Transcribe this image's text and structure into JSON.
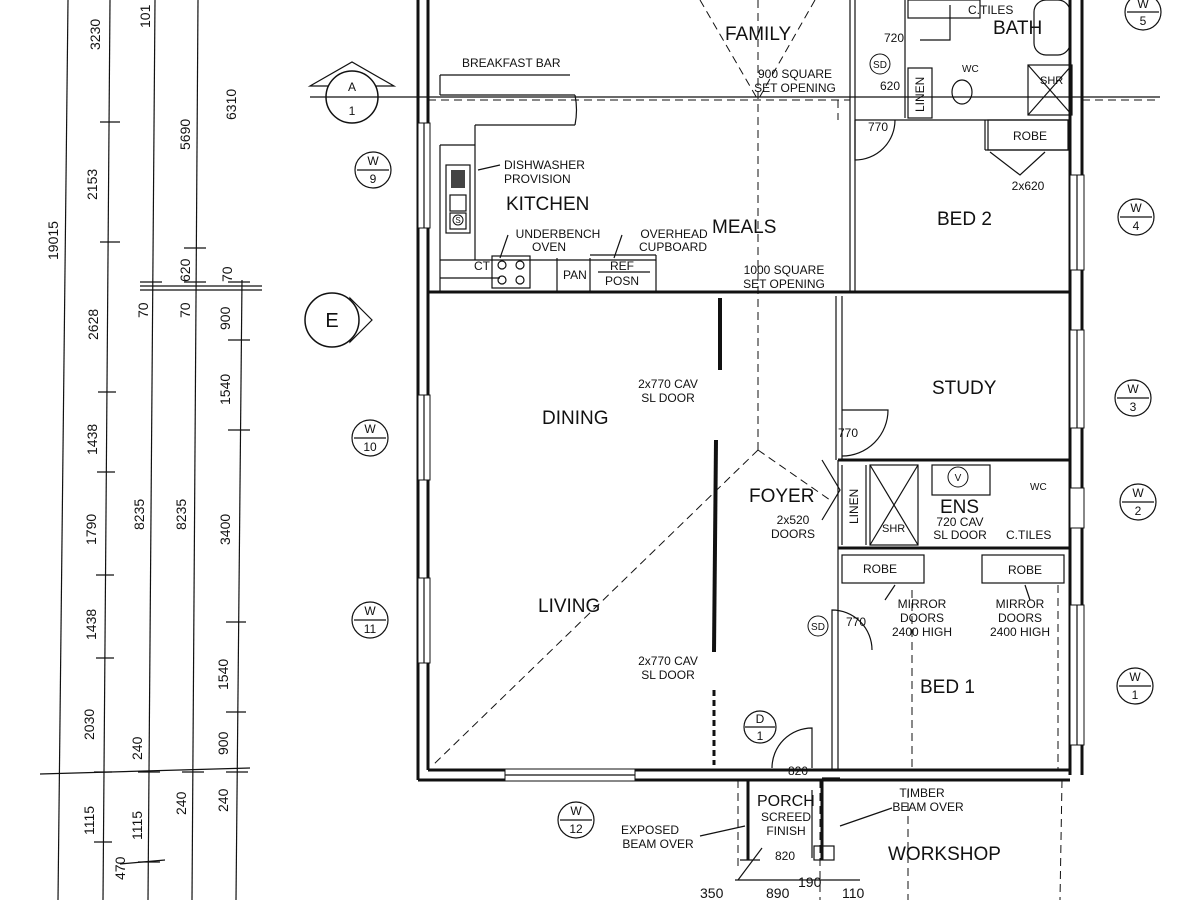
{
  "rooms": {
    "family": "FAMILY",
    "bath": "BATH",
    "kitchen": "KITCHEN",
    "meals": "MEALS",
    "bed2": "BED 2",
    "study": "STUDY",
    "dining": "DINING",
    "foyer": "FOYER",
    "ens": "ENS",
    "living": "LIVING",
    "bed1": "BED 1",
    "porch": "PORCH",
    "workshop": "WORKSHOP"
  },
  "notes": {
    "breakfast_bar": "BREAKFAST BAR",
    "set_opening_900_l1": "900 SQUARE",
    "set_opening_900_l2": "SET OPENING",
    "set_opening_1000_l1": "1000 SQUARE",
    "set_opening_1000_l2": "SET OPENING",
    "dishwasher_l1": "DISHWASHER",
    "dishwasher_l2": "PROVISION",
    "underbench_l1": "UNDERBENCH",
    "underbench_l2": "OVEN",
    "overhead_l1": "OVERHEAD",
    "overhead_l2": "CUPBOARD",
    "ct": "CT",
    "pan": "PAN",
    "ref_l1": "REF",
    "ref_l2": "POSN",
    "cav_door_upper_l1": "2x770 CAV",
    "cav_door_upper_l2": "SL DOOR",
    "cav_door_lower_l1": "2x770 CAV",
    "cav_door_lower_l2": "SL DOOR",
    "doors_2x520_l1": "2x520",
    "doors_2x520_l2": "DOORS",
    "ens_door_l1": "720 CAV",
    "ens_door_l2": "SL DOOR",
    "ens_tiles": "C.TILES",
    "bath_tiles": "C.TILES",
    "linen_upper": "LINEN",
    "linen_lower": "LINEN",
    "wc_upper": "WC",
    "wc_lower": "WC",
    "shr_upper": "SHR",
    "shr_lower": "SHR",
    "robe_upper": "ROBE",
    "robe_lower_left": "ROBE",
    "robe_lower_right": "ROBE",
    "mirror_left_l1": "MIRROR",
    "mirror_left_l2": "DOORS",
    "mirror_left_l3": "2400 HIGH",
    "mirror_right_l1": "MIRROR",
    "mirror_right_l2": "DOORS",
    "mirror_right_l3": "2400 HIGH",
    "robe_2x620": "2x620",
    "exposed_l1": "EXPOSED",
    "exposed_l2": "BEAM OVER",
    "timber_l1": "TIMBER",
    "timber_l2": "BEAM OVER",
    "screed_l1": "SCREED",
    "screed_l2": "FINISH",
    "sd_upper": "SD",
    "sd_lower": "SD",
    "sink": "S",
    "vanity": "V"
  },
  "door_widths": {
    "bath_720": "720",
    "linen_620": "620",
    "bed2_770": "770",
    "study_770": "770",
    "bed1_770": "770",
    "entry_820": "820",
    "porch_820": "820"
  },
  "window_marks": [
    {
      "letter": "W",
      "number": "5"
    },
    {
      "letter": "W",
      "number": "9"
    },
    {
      "letter": "W",
      "number": "4"
    },
    {
      "letter": "W",
      "number": "3"
    },
    {
      "letter": "W",
      "number": "2"
    },
    {
      "letter": "W",
      "number": "10"
    },
    {
      "letter": "W",
      "number": "11"
    },
    {
      "letter": "W",
      "number": "1"
    },
    {
      "letter": "W",
      "number": "12"
    }
  ],
  "door_mark": {
    "letter": "D",
    "number": "1"
  },
  "section_mark": {
    "letter": "A",
    "number": "1"
  },
  "elevation_mark": "E",
  "dimensions": {
    "col1": [
      "3230",
      "2153",
      "2628",
      "1438",
      "1790",
      "1438",
      "2030",
      "1115",
      "470"
    ],
    "col1_total": "19015",
    "col2": [
      "101",
      "5690",
      "8235",
      "240",
      "1115"
    ],
    "col3": [
      "6310",
      "620",
      "70",
      "70",
      "8235",
      "240"
    ],
    "col4": [
      "70",
      "900",
      "1540",
      "3400",
      "1540",
      "900",
      "240"
    ],
    "bottom": [
      "350",
      "190",
      "890",
      "110"
    ]
  }
}
